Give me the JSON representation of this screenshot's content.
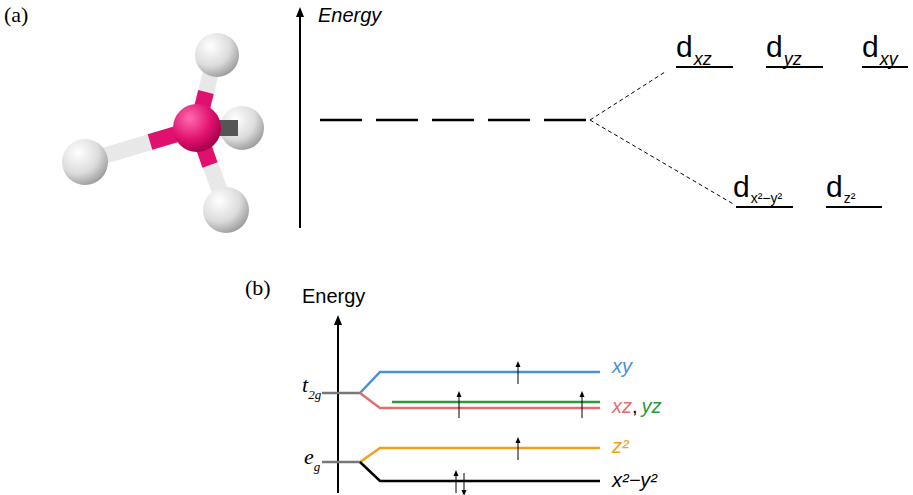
{
  "diagram": {
    "labels": [
      "(a)",
      "Energy",
      "d",
      "xz",
      "d",
      "yz",
      "d",
      "xy",
      "d",
      "x²−y²",
      "d",
      "z²",
      "(b)",
      "Energy",
      "t",
      "2g",
      "e",
      "g",
      "xy",
      "xz",
      ",",
      "yz",
      "z²",
      "x²−y²"
    ]
  }
}
